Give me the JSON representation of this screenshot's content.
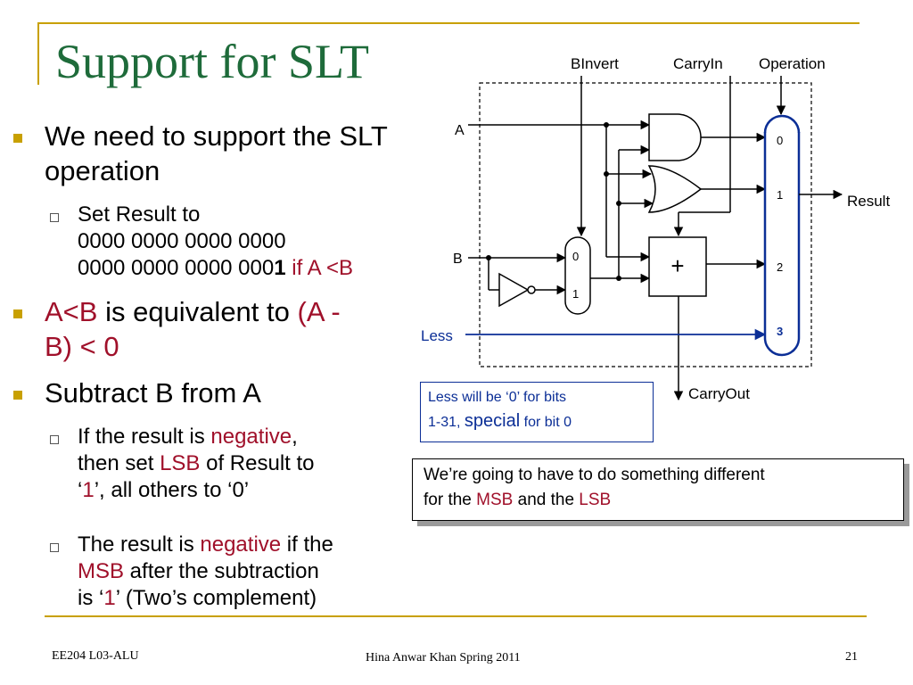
{
  "title": "Support for SLT",
  "bullets": {
    "b1_line1": "We need to support the SLT",
    "b1_line2": "operation",
    "sub1_line1": "Set Result to",
    "sub1_line2": "0000 0000 0000 0000",
    "sub1_line3_pre": "0000 0000 0000 000",
    "sub1_line3_bold": "1",
    "sub1_line3_post": " if A <B",
    "b2_a": "A<B",
    "b2_b": " is equivalent to ",
    "b2_c": "(A -",
    "b2_d": "B) < 0",
    "b3": "Subtract B from A",
    "sub2_a": "If the result is ",
    "sub2_b": "negative",
    "sub2_c": ",",
    "sub2_d": "then set ",
    "sub2_e": "LSB",
    "sub2_f": " of Result to",
    "sub2_g": "‘",
    "sub2_h": "1",
    "sub2_i": "’, all others to ‘0’",
    "sub3_a": "The result is ",
    "sub3_b": "negative",
    "sub3_c": " if the",
    "sub3_d": "MSB",
    "sub3_e": " after the subtraction",
    "sub3_f": "is ‘",
    "sub3_g": "1",
    "sub3_h": "’ (Two’s complement)"
  },
  "diagram": {
    "label_a": "A",
    "label_b": "B",
    "label_less": "Less",
    "label_binvert": "BInvert",
    "label_carryin": "CarryIn",
    "label_operation": "Operation",
    "label_result": "Result",
    "label_carryout": "CarryOut",
    "mux_small": [
      "0",
      "1"
    ],
    "mux_big": [
      "0",
      "1",
      "2",
      "3"
    ],
    "adder": "+"
  },
  "note_less": {
    "line1": "Less will be ‘0’ for bits",
    "line2_a": "1-31, ",
    "line2_b": "special",
    "line2_c": " for bit 0"
  },
  "note_msb": {
    "line1": "We’re going to have to do something different",
    "line2_a": "for the ",
    "line2_b": "MSB",
    "line2_c": " and the ",
    "line2_d": "LSB"
  },
  "footer": {
    "left": "EE204 L03-ALU",
    "center": "Hina Anwar Khan Spring 2011",
    "page": "21"
  },
  "colors": {
    "title": "#1e6b3a",
    "accent": "#c8a000",
    "emphasis_red": "#a0102a",
    "emphasis_blue": "#0b2e96"
  }
}
